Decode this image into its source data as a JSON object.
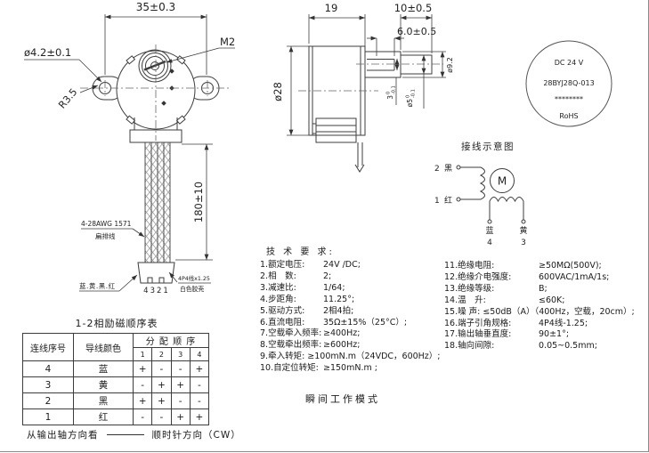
{
  "front_view": {
    "dim_width": "35±0.3",
    "hole_dia": "ø4.2±0.1",
    "ear_radius": "R3.5",
    "screw": "M2",
    "lead_length": "180±10",
    "cable_spec": "4-28AWG 1571",
    "cable_type": "扁排线",
    "wire_colors": "蓝.黄.黑.红",
    "pin_numbers": "4321",
    "connector_spec": "4P4线x1.25",
    "connector_shell": "白色胶壳"
  },
  "side_view": {
    "body_length": "19",
    "shaft_length": "10±0.5",
    "flat_length": "6.0±0.5",
    "body_dia": "ø28",
    "boss_dia": "ø9.2",
    "flat_thickness": {
      "base": "3",
      "tol_upper": "0",
      "tol_lower": "-0.1"
    },
    "shaft_dia": {
      "base": "ø5",
      "tol_upper": "0",
      "tol_lower": "-0.1"
    }
  },
  "nameplate": {
    "voltage": "DC 24 V",
    "model": "28BYJ28Q-013",
    "serial": "********",
    "rohs": "RoHS"
  },
  "wiring": {
    "title": "接线示意图",
    "terminal_2": {
      "num": "2",
      "color": "黑"
    },
    "terminal_1": {
      "num": "1",
      "color": "红"
    },
    "motor": "M",
    "terminal_4": {
      "num": "4",
      "color": "蓝"
    },
    "terminal_3": {
      "num": "3",
      "color": "黄"
    }
  },
  "specs": {
    "title": "技 术 要 求:",
    "left": [
      {
        "label": "1.额定电压:",
        "value": "24V /DC;"
      },
      {
        "label": "2.相　数:",
        "value": "2;"
      },
      {
        "label": "3.减速比:",
        "value": "1/64;"
      },
      {
        "label": "4.步距角:",
        "value": "11.25°;"
      },
      {
        "label": "5.驱动方式:",
        "value": "2相4拍;"
      },
      {
        "label": "6.直流电阻:",
        "value": "35Ω±15%（25°C）;"
      },
      {
        "label": "7.空载牵入频率:",
        "value": "≥400Hz;"
      },
      {
        "label": "8.空载牵出频率:",
        "value": "≥600Hz;"
      },
      {
        "label": "9.牵入转矩:",
        "value": "≥100mN.m（24VDC，600Hz）;"
      },
      {
        "label": "10.自定位转矩:",
        "value": "≥150mN.m ;"
      }
    ],
    "right": [
      {
        "label": "11.绝缘电阻:",
        "value": "≥50MΩ(500V);"
      },
      {
        "label": "12.绝缘介电强度:",
        "value": "600VAC/1mA/1s;"
      },
      {
        "label": "13.绝缘等级:",
        "value": "B;"
      },
      {
        "label": "14.温　升:",
        "value": "≤60K;"
      },
      {
        "label": "15.噪 声:",
        "value": "≤50dB（A）（400Hz，空载，20cm）;"
      },
      {
        "label": "16.端子引角规格:",
        "value": "4P4线-1.25;"
      },
      {
        "label": "17.输出轴垂直度:",
        "value": "90±1°;"
      },
      {
        "label": "18.轴向间隙:",
        "value": "0.05~0.5mm;"
      }
    ]
  },
  "mode_note": "瞬间工作模式",
  "phase_table": {
    "title": "1-2相励磁顺序表",
    "header_wire_no": "连线序号",
    "header_wire_color": "导线颜色",
    "header_sequence": "分 配 顺 序",
    "steps": [
      "1",
      "2",
      "3",
      "4"
    ],
    "rows": [
      {
        "no": "4",
        "color": "蓝",
        "s1": "+",
        "s2": "-",
        "s3": "-",
        "s4": "+"
      },
      {
        "no": "3",
        "color": "黄",
        "s1": "-",
        "s2": "+",
        "s3": "+",
        "s4": "-"
      },
      {
        "no": "2",
        "color": "黑",
        "s1": "+",
        "s2": "+",
        "s3": "-",
        "s4": "-"
      },
      {
        "no": "1",
        "color": "红",
        "s1": "-",
        "s2": "-",
        "s3": "+",
        "s4": "+"
      }
    ]
  },
  "direction_note": {
    "prefix": "从输出轴方向看",
    "suffix": "顺时针方向（CW）"
  }
}
